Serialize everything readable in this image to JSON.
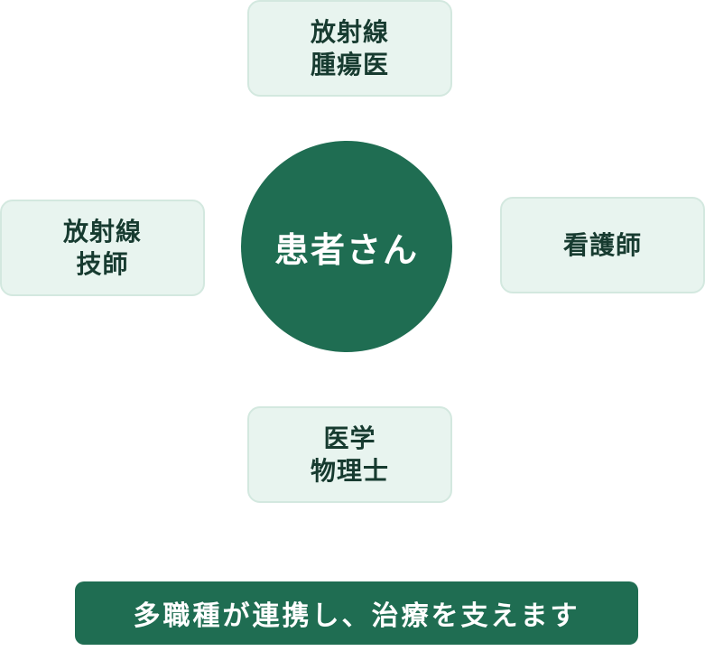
{
  "center": {
    "label": "患者さん"
  },
  "roles": {
    "top": "放射線\n腫瘍医",
    "left": "放射線\n技師",
    "right": "看護師",
    "bottom": "医学\n物理士"
  },
  "footer": {
    "label": "多職種が連携し、治療を支えます"
  },
  "colors": {
    "primary_green": "#1f6d52",
    "box_fill": "#e8f4ef",
    "box_border": "#d3e8df",
    "box_text": "#173b30"
  }
}
